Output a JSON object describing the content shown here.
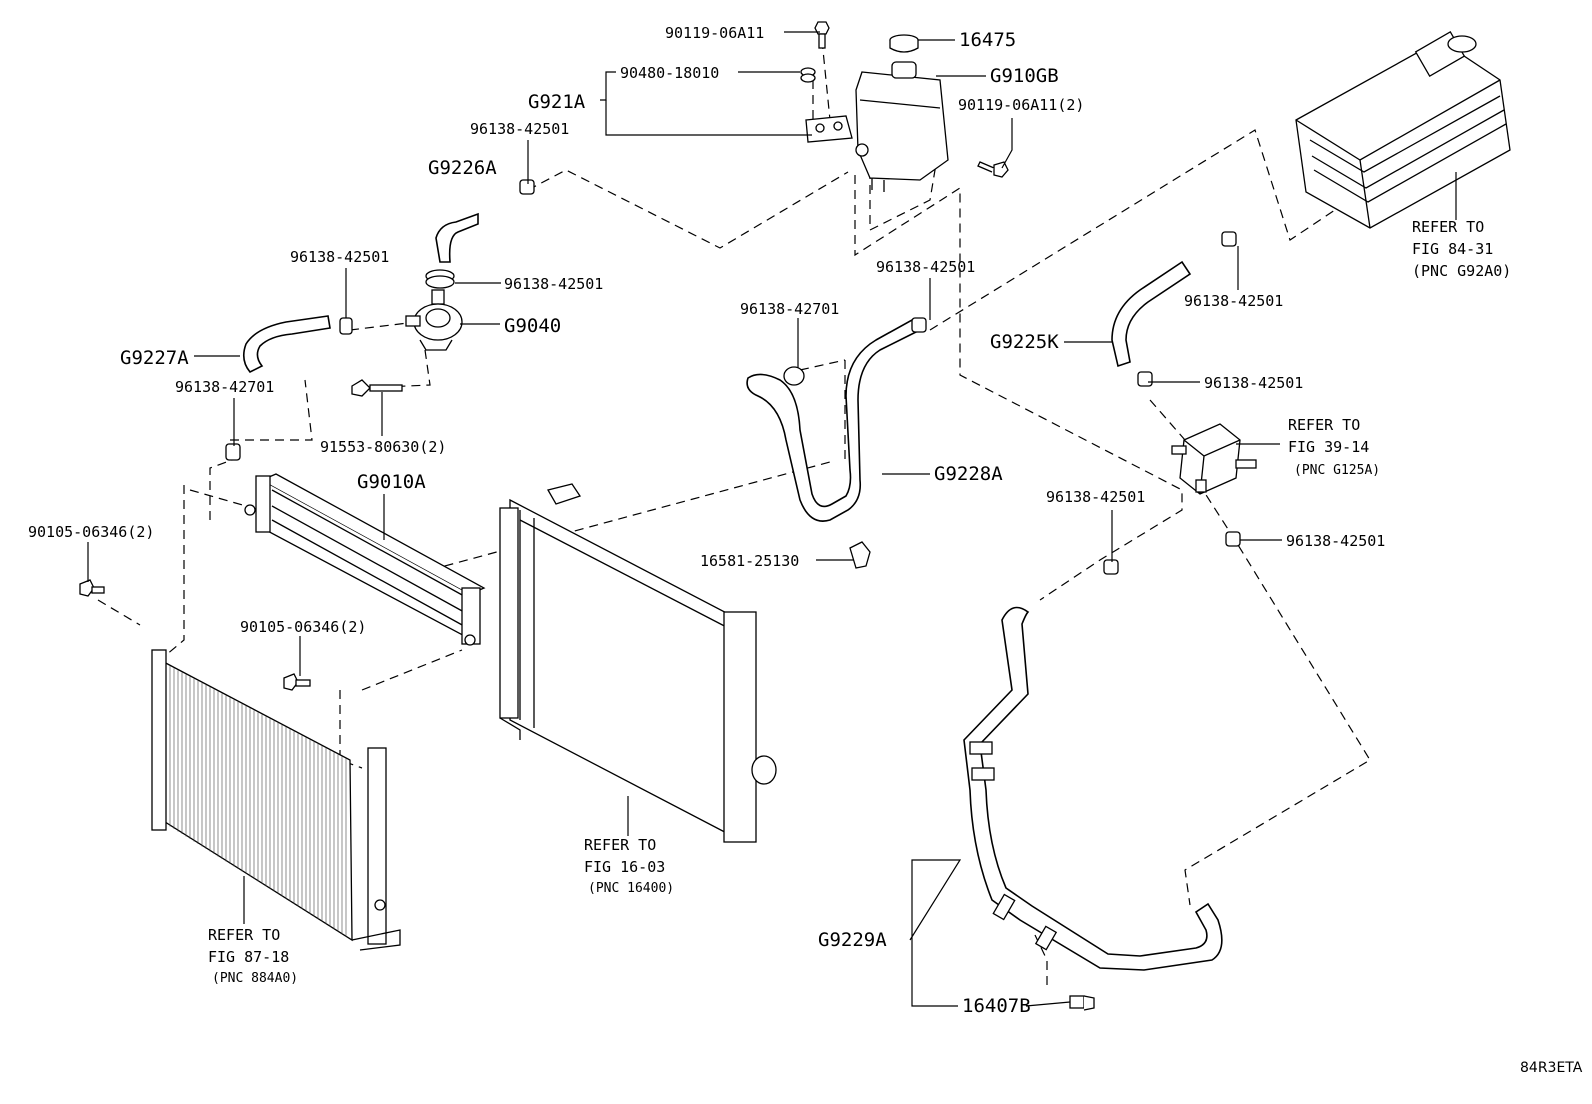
{
  "diagram": {
    "code": "84R3ETA",
    "callouts": [
      {
        "id": "c01",
        "text": "90119-06A11"
      },
      {
        "id": "c02",
        "text": "16475"
      },
      {
        "id": "c03",
        "text": "90480-18010"
      },
      {
        "id": "c04",
        "text": "G910GB"
      },
      {
        "id": "c05",
        "text": "G921A"
      },
      {
        "id": "c06",
        "text": "90119-06A11(2)"
      },
      {
        "id": "c07",
        "text": "96138-42501"
      },
      {
        "id": "c08",
        "text": "G9226A"
      },
      {
        "id": "c09",
        "text": "96138-42501"
      },
      {
        "id": "c10",
        "text": "96138-42501"
      },
      {
        "id": "c11",
        "text": "G9040"
      },
      {
        "id": "c12",
        "text": "G9227A"
      },
      {
        "id": "c13",
        "text": "96138-42701"
      },
      {
        "id": "c14",
        "text": "91553-80630(2)"
      },
      {
        "id": "c15",
        "text": "G9010A"
      },
      {
        "id": "c16",
        "text": "90105-06346(2)"
      },
      {
        "id": "c17",
        "text": "90105-06346(2)"
      },
      {
        "id": "c18",
        "text": "96138-42701"
      },
      {
        "id": "c19",
        "text": "96138-42501"
      },
      {
        "id": "c20",
        "text": "G9228A"
      },
      {
        "id": "c21",
        "text": "16581-25130"
      },
      {
        "id": "c22",
        "text": "G9225K"
      },
      {
        "id": "c23",
        "text": "96138-42501"
      },
      {
        "id": "c24",
        "text": "96138-42501"
      },
      {
        "id": "c25",
        "text": "96138-42501"
      },
      {
        "id": "c26",
        "text": "96138-42501"
      },
      {
        "id": "c27",
        "text": "G9229A"
      },
      {
        "id": "c28",
        "text": "16407B"
      }
    ],
    "refer_blocks": [
      {
        "id": "r1",
        "lines": [
          "REFER TO",
          "FIG 84-31",
          "(PNC G92A0)"
        ]
      },
      {
        "id": "r2",
        "lines": [
          "REFER TO",
          "FIG 39-14",
          "(PNC G125A)"
        ]
      },
      {
        "id": "r3",
        "lines": [
          "REFER TO",
          "FIG 16-03",
          "(PNC 16400)"
        ]
      },
      {
        "id": "r4",
        "lines": [
          "REFER TO",
          "FIG 87-18",
          "(PNC 884A0)"
        ]
      }
    ]
  }
}
